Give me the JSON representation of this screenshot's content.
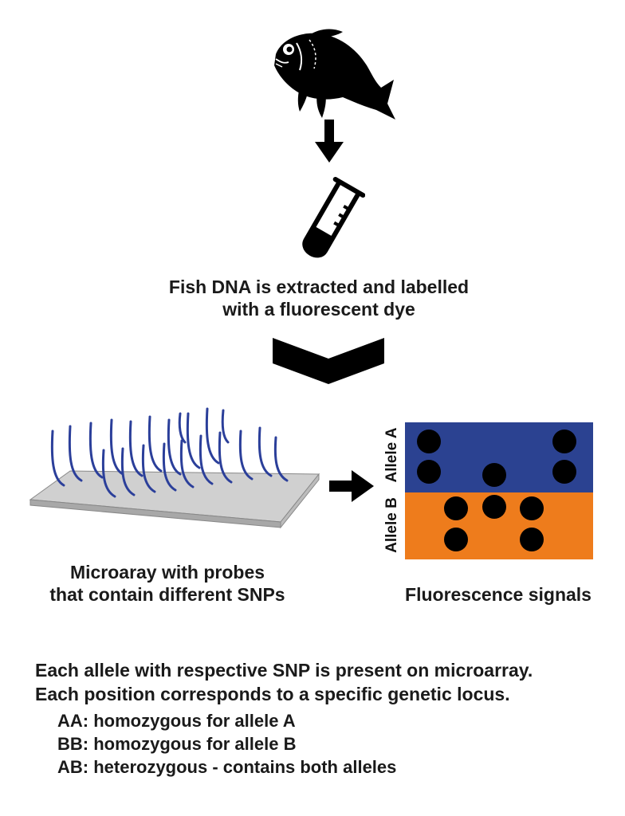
{
  "step1_caption": [
    "Fish DNA is extracted and labelled",
    "with a fluorescent dye"
  ],
  "microarray_caption": [
    "Microaray with probes",
    "that contain different SNPs"
  ],
  "signals_caption": "Fluorescence signals",
  "panel": {
    "allele_a_label": "Allele A",
    "allele_b_label": "Allele B",
    "colors": {
      "allele_a": "#2b4291",
      "allele_b": "#ee7c1c",
      "dot": "#000000"
    }
  },
  "notes": [
    "Each allele with respective SNP is present on microarray.",
    "Each position corresponds to a specific genetic locus."
  ],
  "genotype_key": [
    "AA: homozygous for allele A",
    "BB: homozygous for allele B",
    "AB: heterozygous - contains both alleles"
  ],
  "icons": [
    "fish-icon",
    "down-arrow-icon",
    "test-tube-icon",
    "chevron-down-icon",
    "right-arrow-icon"
  ]
}
